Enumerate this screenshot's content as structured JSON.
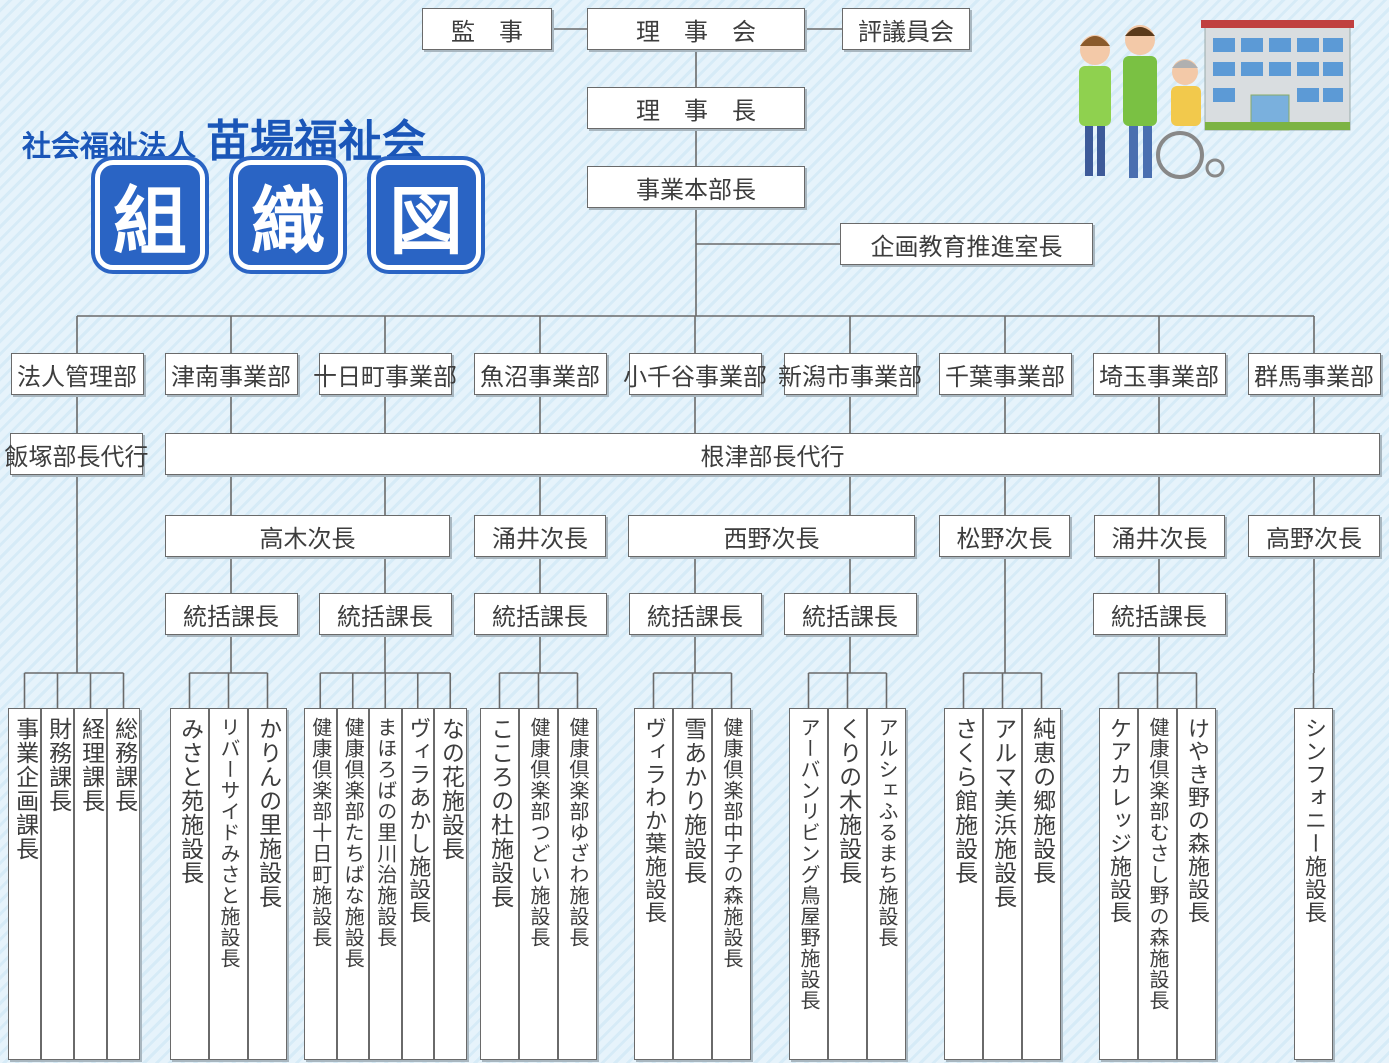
{
  "header": {
    "org_type": "社会福祉法人",
    "org_name": "苗場福祉会",
    "title_chars": [
      "組",
      "織",
      "図"
    ]
  },
  "top": {
    "auditor": "監　事",
    "board": "理　事　会",
    "council": "評議員会",
    "chairman": "理　事　長",
    "hq_head": "事業本部長",
    "planning": "企画教育推進室長"
  },
  "departments": [
    "法人管理部",
    "津南事業部",
    "十日町事業部",
    "魚沼事業部",
    "小千谷事業部",
    "新潟市事業部",
    "千葉事業部",
    "埼玉事業部",
    "群馬事業部"
  ],
  "acting_heads": {
    "admin": "飯塚部長代行",
    "main": "根津部長代行"
  },
  "deputies": [
    "高木次長",
    "涌井次長",
    "西野次長",
    "松野次長",
    "涌井次長",
    "高野次長"
  ],
  "section_chief_label": "統括課長",
  "groups": [
    {
      "leaves": [
        "事業企画課長",
        "財務課長",
        "経理課長",
        "総務課長"
      ]
    },
    {
      "leaves": [
        "みさと苑施設長",
        "リバーサイドみさと施設長",
        "かりんの里施設長"
      ]
    },
    {
      "leaves": [
        "健康倶楽部十日町施設長",
        "健康倶楽部たちばな施設長",
        "まほろばの里川治施設長",
        "ヴィラあかし施設長",
        "なの花施設長"
      ]
    },
    {
      "leaves": [
        "こころの杜施設長",
        "健康倶楽部つどい施設長",
        "健康倶楽部ゆざわ施設長"
      ]
    },
    {
      "leaves": [
        "ヴィラわか葉施設長",
        "雪あかり施設長",
        "健康倶楽部中子の森施設長"
      ]
    },
    {
      "leaves": [
        "アーバンリビング鳥屋野施設長",
        "くりの木施設長",
        "アルシェふるまち施設長"
      ]
    },
    {
      "leaves": [
        "さくら館施設長",
        "アルマ美浜施設長",
        "純恵の郷施設長"
      ]
    },
    {
      "leaves": [
        "ケアカレッジ施設長",
        "健康倶楽部むさし野の森施設長",
        "けやき野の森施設長"
      ]
    },
    {
      "leaves": [
        "シンフォニー施設長"
      ]
    }
  ],
  "colors": {
    "brand_blue": "#1a56b8",
    "line": "#6a6a6a",
    "box_bg": "#ffffff"
  }
}
